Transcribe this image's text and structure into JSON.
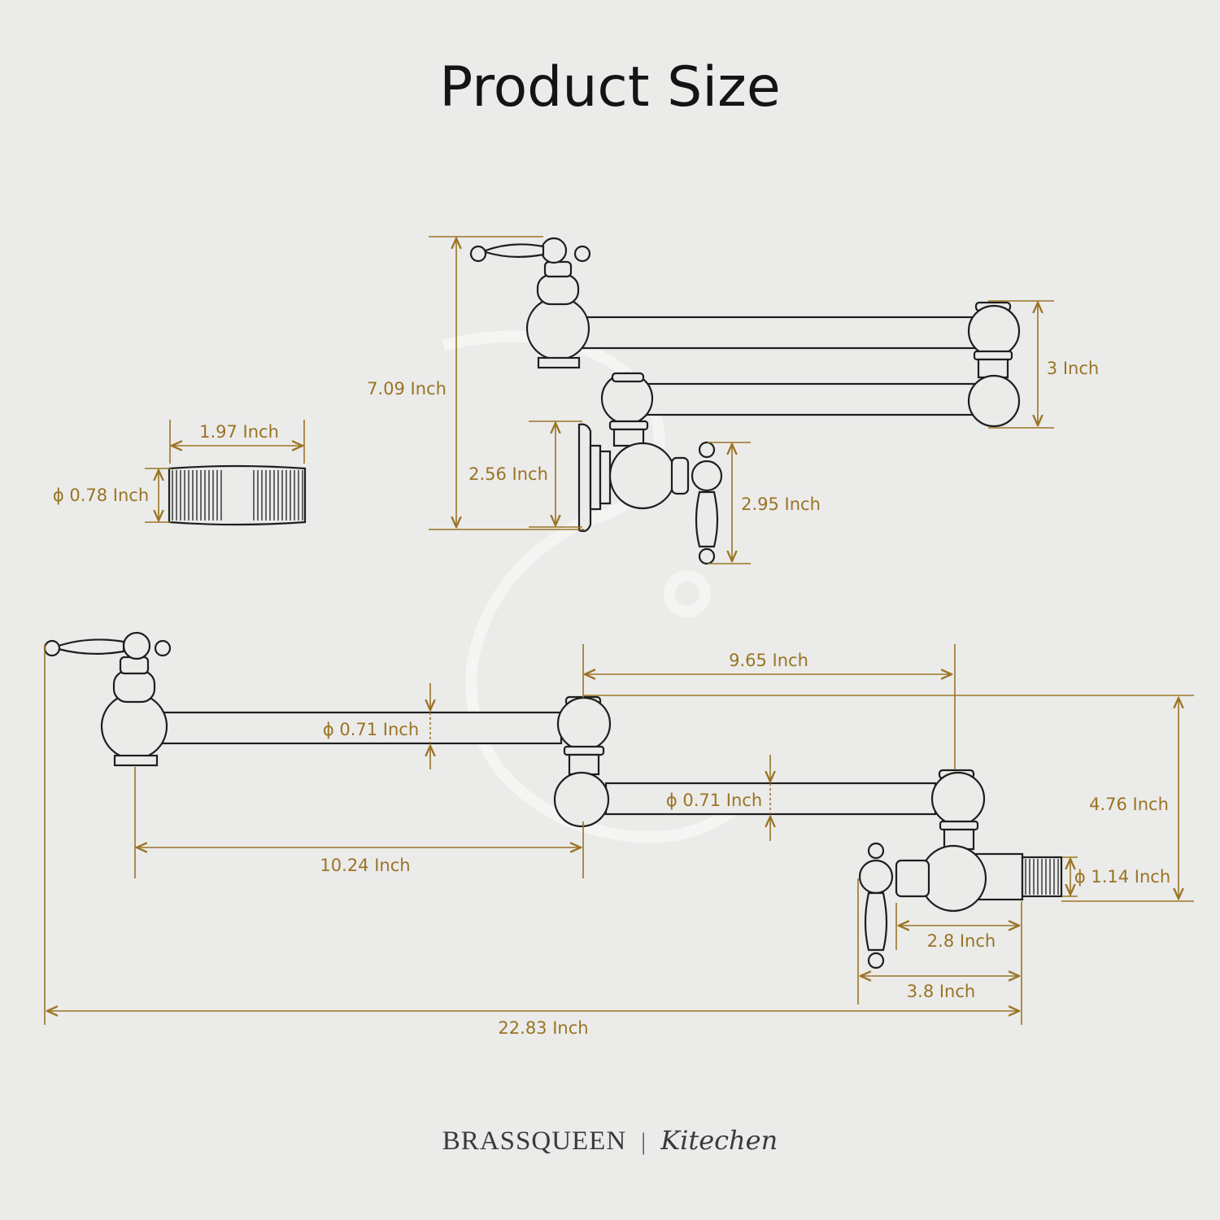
{
  "title": "Product Size",
  "dimensions": {
    "height_total": "7.09 Inch",
    "arm_height": "3 Inch",
    "wall_plate": "2.56 Inch",
    "handle_height": "2.95 Inch",
    "connector_length": "1.97 Inch",
    "connector_diameter": "ϕ 0.78 Inch",
    "upper_arm_diameter": "ϕ 0.71 Inch",
    "lower_arm_diameter": "ϕ 0.71 Inch",
    "lower_arm_length": "9.65 Inch",
    "upper_arm_length": "10.24 Inch",
    "depth": "4.76 Inch",
    "inlet_diameter": "ϕ 1.14 Inch",
    "base_length": "2.8 Inch",
    "base_with_handle": "3.8 Inch",
    "total_length": "22.83 Inch"
  },
  "brand": {
    "name": "BRASSQUEEN",
    "separator": "|",
    "line": "Kitechen"
  },
  "colors": {
    "dimension": "#9a7424",
    "outline": "#1e1e1e",
    "background": "#ebebea"
  }
}
